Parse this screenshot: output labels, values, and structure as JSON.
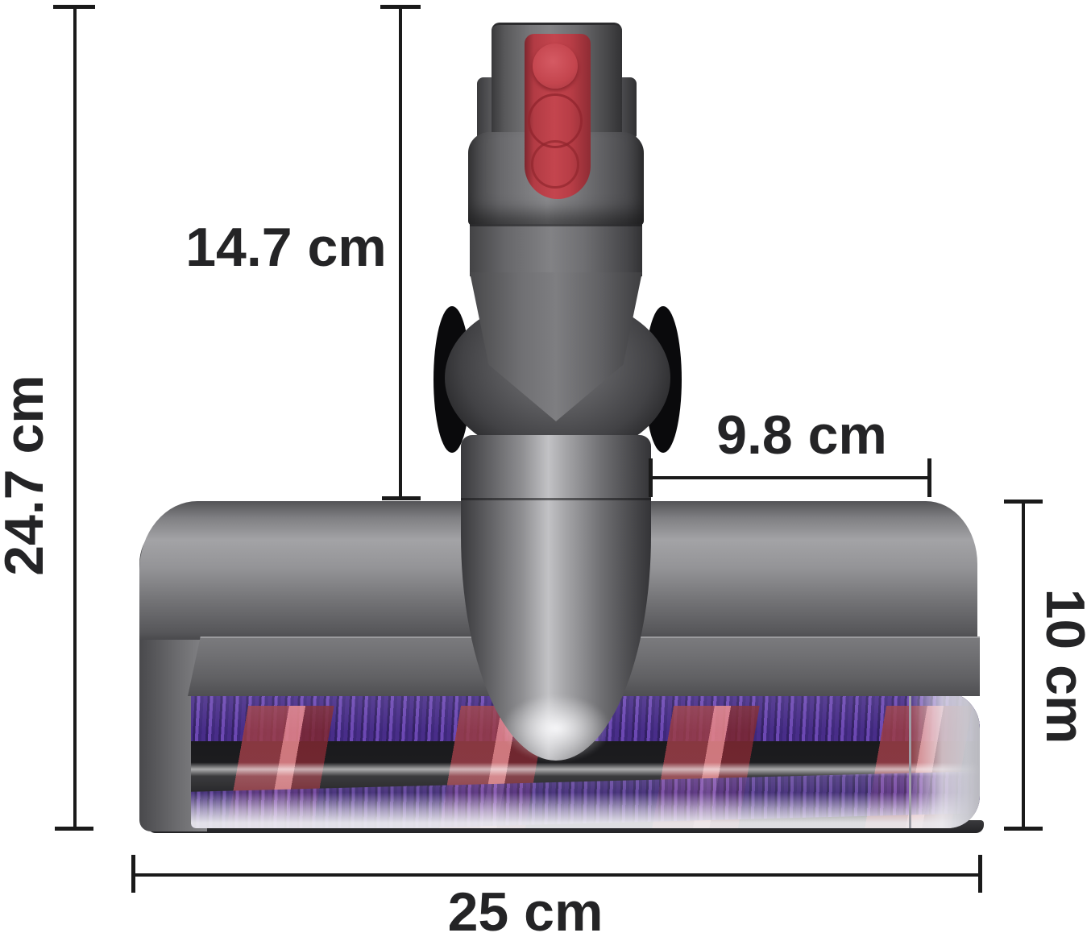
{
  "dimensions": {
    "overall_height": {
      "value": "24.7 cm",
      "orientation": "vertical-left"
    },
    "upper_section_height": {
      "value": "14.7 cm",
      "orientation": "vertical-inner"
    },
    "rear_top_width": {
      "value": "9.8 cm",
      "orientation": "horizontal-upper"
    },
    "head_height": {
      "value": "10 cm",
      "orientation": "vertical-right"
    },
    "overall_width": {
      "value": "25 cm",
      "orientation": "horizontal-bottom"
    }
  },
  "colors": {
    "dimension_line": "#1a1a1a",
    "label_text": "#242426",
    "latch_red": "#c4454e",
    "bristle_purple": "#5a34a0",
    "roller_red": "#c06168",
    "body_gray": "#7a7a7d",
    "background": "#ffffff"
  }
}
